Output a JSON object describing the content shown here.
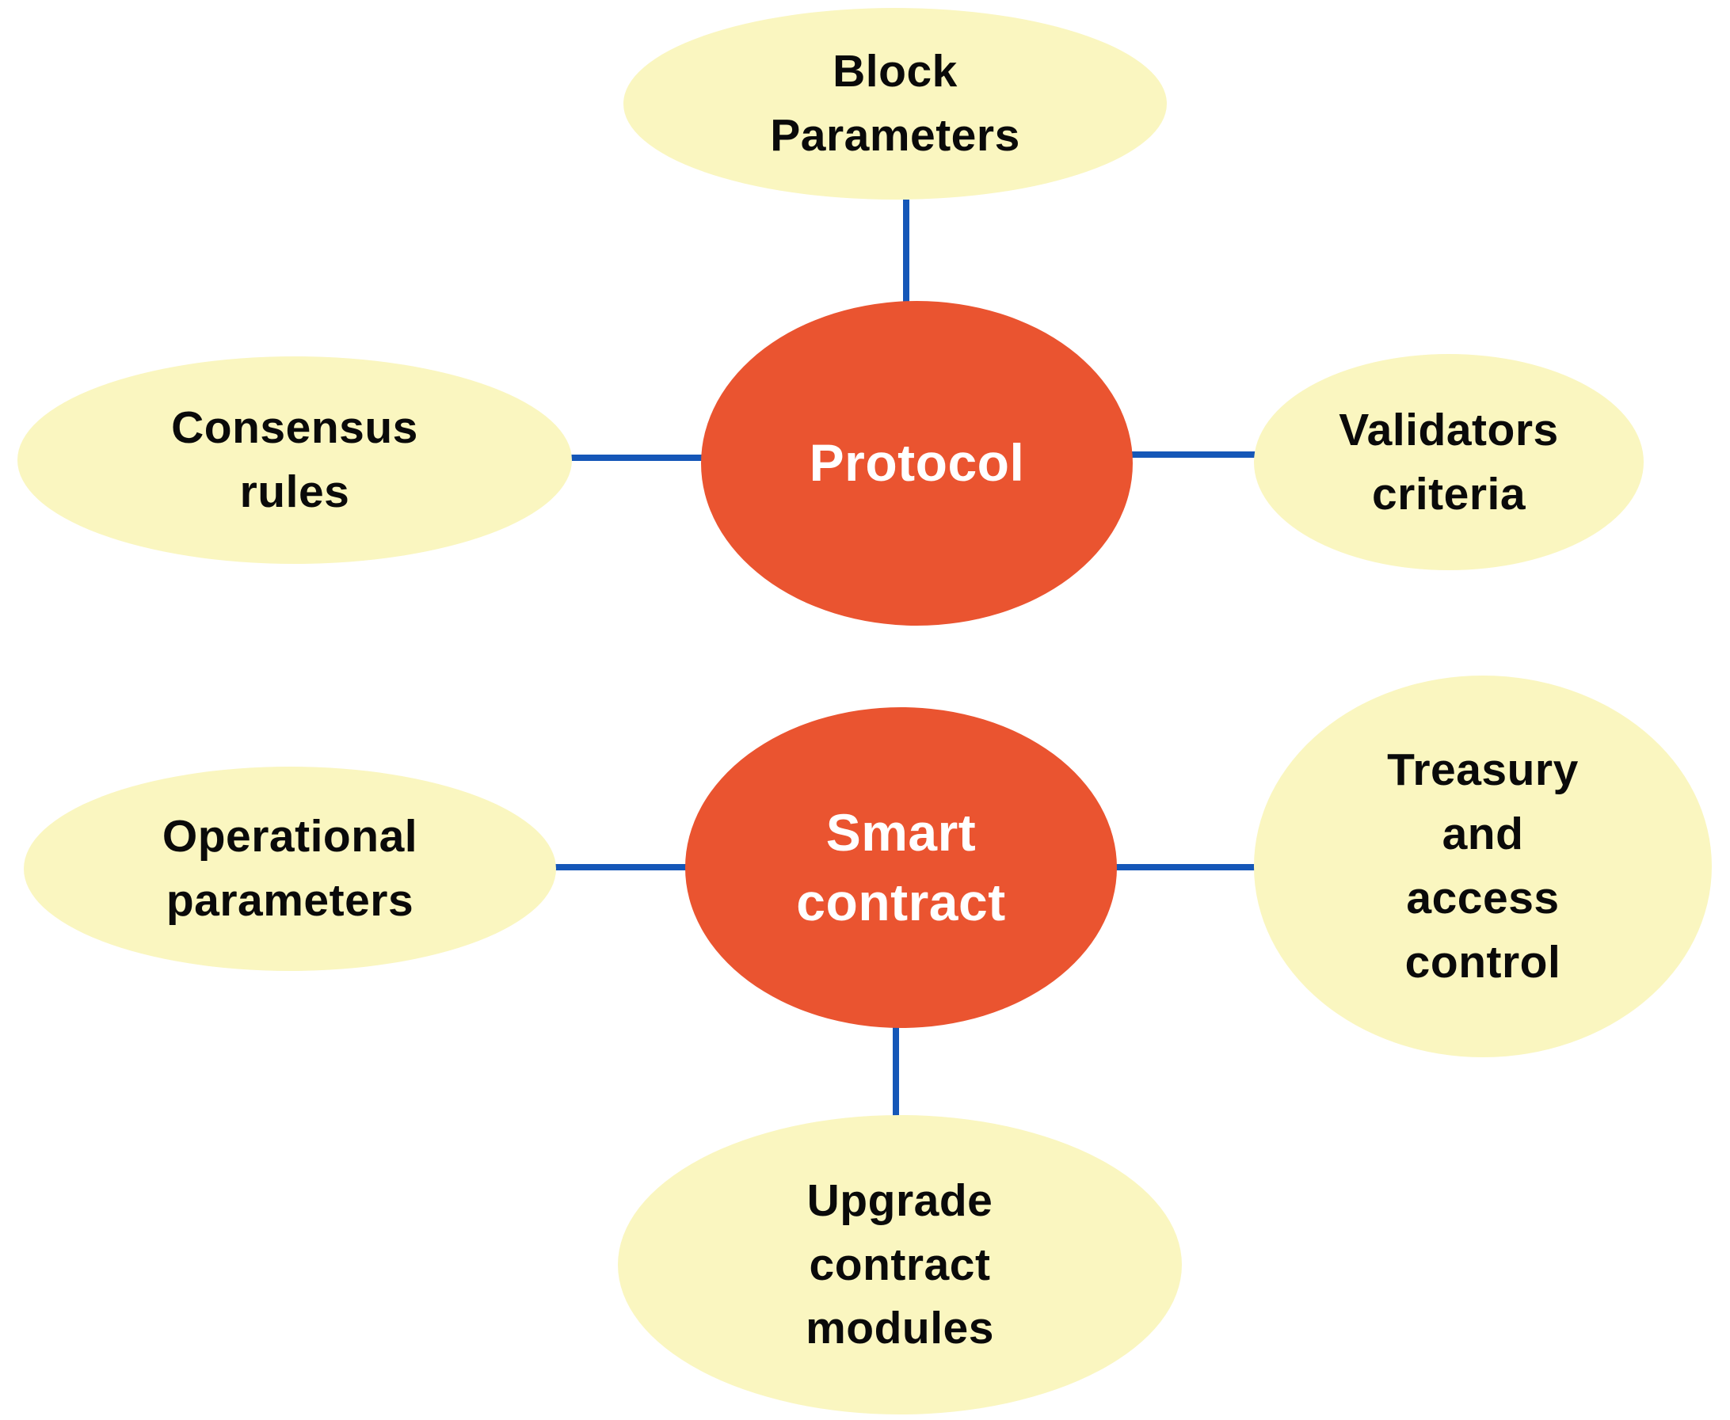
{
  "diagram": {
    "colors": {
      "bg": "#ffffff",
      "hub_fill": "#EA5430",
      "hub_text": "#ffffff",
      "satellite_fill": "#FAF6C0",
      "satellite_text": "#0a0a0a",
      "connector": "#1557B8"
    },
    "clusters": [
      {
        "hub": {
          "label": "Protocol",
          "lines": [
            "Protocol"
          ]
        },
        "satellites": [
          {
            "label": "Block Parameters",
            "lines": [
              "Block",
              "Parameters"
            ],
            "position": "top"
          },
          {
            "label": "Consensus rules",
            "lines": [
              "Consensus",
              "rules"
            ],
            "position": "left"
          },
          {
            "label": "Validators criteria",
            "lines": [
              "Validators",
              "criteria"
            ],
            "position": "right"
          }
        ]
      },
      {
        "hub": {
          "label": "Smart contract",
          "lines": [
            "Smart",
            "contract"
          ]
        },
        "satellites": [
          {
            "label": "Operational parameters",
            "lines": [
              "Operational",
              "parameters"
            ],
            "position": "left"
          },
          {
            "label": "Treasury and access control",
            "lines": [
              "Treasury",
              "and",
              "access",
              "control"
            ],
            "position": "right"
          },
          {
            "label": "Upgrade contract modules",
            "lines": [
              "Upgrade",
              "contract",
              "modules"
            ],
            "position": "bottom"
          }
        ]
      }
    ]
  }
}
